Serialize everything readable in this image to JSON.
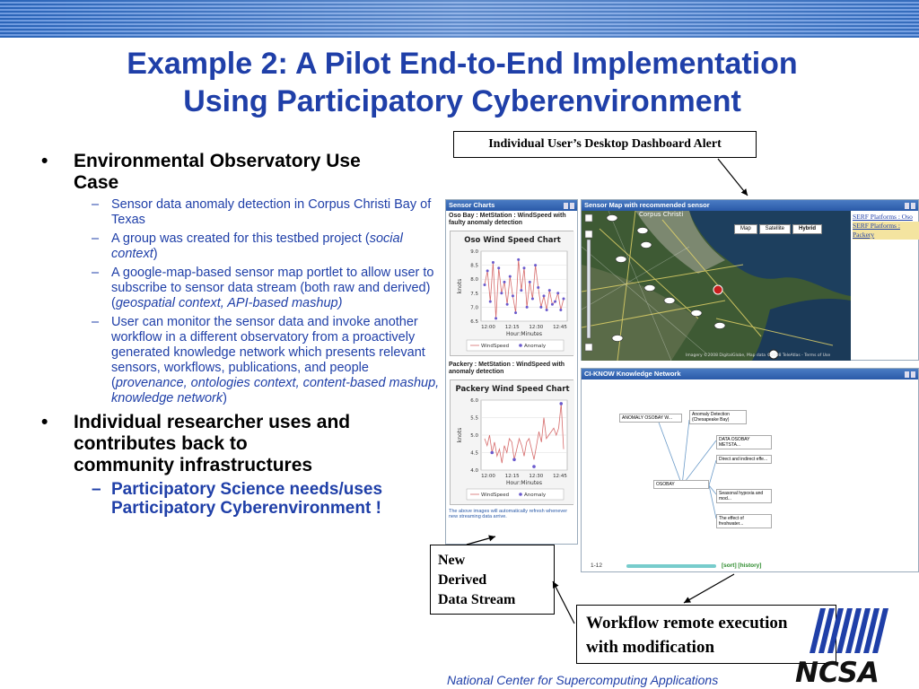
{
  "slide": {
    "title_line1": "Example 2: A Pilot End-to-End Implementation",
    "title_line2": "Using Participatory Cyberenvironment",
    "footer": "National Center for Supercomputing Applications",
    "logo_text": "NCSA"
  },
  "bullets": {
    "b1": {
      "text_l1": "Environmental Observatory Use",
      "text_l2": "Case"
    },
    "sub1": "Sensor data anomaly detection in Corpus Christi Bay of Texas",
    "sub2_pre": "A group was created for this testbed project (",
    "sub2_it": "social context",
    "sub2_post": ")",
    "sub3_pre": "A google-map-based sensor map portlet to allow user to subscribe to sensor data stream (both raw and derived) (",
    "sub3_it": "geospatial context, API-based mashup)",
    "sub4_pre": "User can monitor the sensor data and invoke another workflow in a different observatory from a proactively generated knowledge network which presents relevant sensors, workflows, publications, and people (",
    "sub4_it": "provenance, ontologies context, content-based mashup, knowledge network",
    "sub4_post": ")",
    "b2": {
      "text_l1": "Individual researcher uses and",
      "text_l2": "contributes back to",
      "text_l3": "community infrastructures"
    },
    "sub5": "Participatory Science needs/uses Participatory Cyberenvironment !"
  },
  "callouts": {
    "top": "Individual User’s Desktop Dashboard Alert",
    "mid_l1": "New",
    "mid_l2": "Derived",
    "mid_l3": "Data Stream",
    "bot_l1": "Workflow remote execution",
    "bot_l2": "with modification"
  },
  "portlets": {
    "charts": {
      "header": "Sensor Charts",
      "caption1": "Oso Bay : MetStation : WindSpeed with faulty anomaly detection",
      "caption2": "Packery : MetStation : WindSpeed with anomaly detection",
      "note": "The above images will automatically refresh whenever new streaming data arrive."
    },
    "map": {
      "header": "Sensor Map with recommended sensor",
      "btn_map": "Map",
      "btn_sat": "Satellite",
      "btn_hyb": "Hybrid",
      "link1": "SERF Platforms : Oso",
      "link2": "SERF Platforms : Packery",
      "city": "Corpus Christi",
      "attribution": "Imagery ©2008 DigitalGlobe, Map data ©2008 TeleAtlas - Terms of Use"
    },
    "knowledge": {
      "header": "CI-KNOW Knowledge Network",
      "n1": "ANOMALY OSOBAY W...",
      "n2": "Anomaly Detection (Chesapeake Bay)",
      "n3": "DATA OSOBAY METSTA...",
      "n4": "Direct and indirect effe...",
      "n5": "OSOBAY",
      "n6": "Seasonal hypoxia and mod...",
      "n7": "The effect of freshwater...",
      "pager": "1-12",
      "sort": "[sort] [history]"
    }
  },
  "chart_data": [
    {
      "type": "line",
      "title": "Oso Wind Speed Chart",
      "xlabel": "Hour:Minutes",
      "ylabel": "knots",
      "ylim": [
        6.5,
        9.0
      ],
      "yticks": [
        "9.0",
        "8.5",
        "8.0",
        "7.5",
        "7.0",
        "6.5"
      ],
      "xticks": [
        "12:00",
        "12:15",
        "12:30",
        "12:45"
      ],
      "series": [
        {
          "name": "WindSpeed",
          "values": [
            7.8,
            8.3,
            7.2,
            8.6,
            6.6,
            8.4,
            7.5,
            7.9,
            7.1,
            8.1,
            7.4,
            6.8,
            8.7,
            7.6,
            8.4,
            7.0,
            7.9,
            7.3,
            8.5,
            7.7,
            7.0,
            7.4,
            6.9,
            7.6,
            7.1,
            7.2,
            7.5,
            6.9,
            7.3
          ]
        },
        {
          "name": "Anomaly"
        }
      ]
    },
    {
      "type": "line",
      "title": "Packery Wind Speed Chart",
      "xlabel": "Hour:Minutes",
      "ylabel": "knots",
      "ylim": [
        4.0,
        6.0
      ],
      "yticks": [
        "6.0",
        "5.5",
        "5.0",
        "4.5",
        "4.0"
      ],
      "xticks": [
        "12:00",
        "12:15",
        "12:30",
        "12:45"
      ],
      "series": [
        {
          "name": "WindSpeed",
          "values": [
            4.9,
            4.7,
            5.0,
            4.5,
            4.8,
            4.4,
            4.6,
            4.2,
            4.7,
            4.5,
            4.9,
            4.8,
            4.3,
            4.6,
            4.9,
            4.7,
            4.4,
            4.8,
            4.9,
            4.6,
            4.3,
            4.7,
            5.1,
            4.8,
            5.5,
            4.9,
            5.0,
            5.1,
            5.2,
            5.0,
            5.2,
            5.9,
            4.6
          ]
        },
        {
          "name": "Anomaly",
          "points": [
            [
              3,
              4.5
            ],
            [
              12,
              4.3
            ],
            [
              20,
              4.1
            ],
            [
              31,
              5.9
            ]
          ]
        }
      ]
    }
  ]
}
